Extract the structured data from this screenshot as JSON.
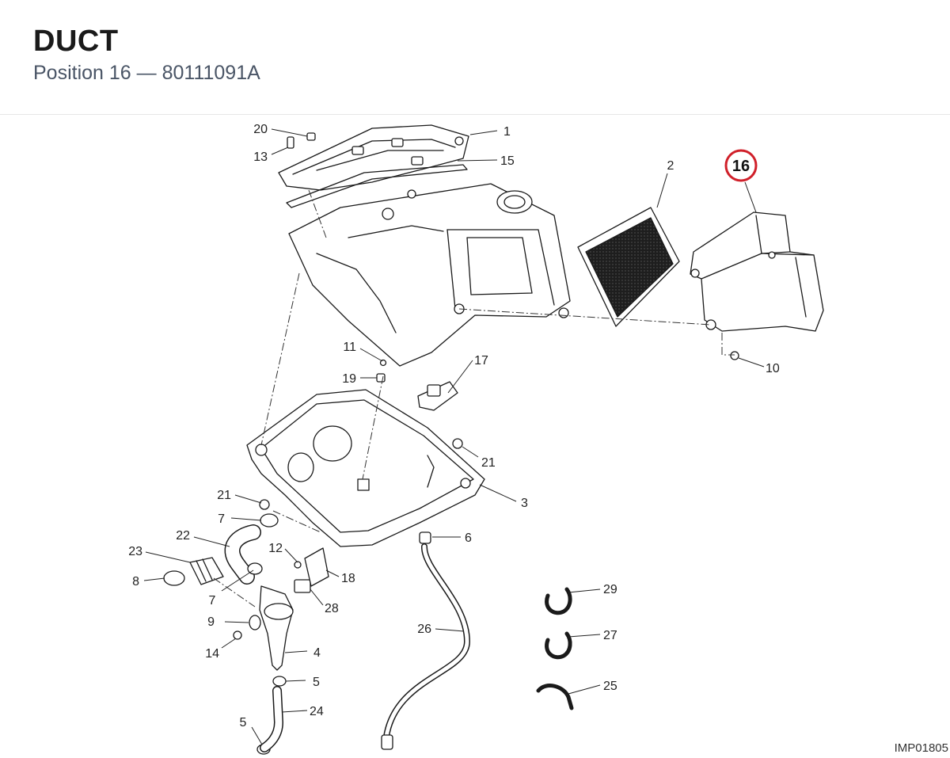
{
  "header": {
    "title": "DUCT",
    "subtitle": "Position 16 — 80111091A"
  },
  "diagram": {
    "highlight": {
      "label": "16",
      "color": "#d0202a"
    },
    "callouts": [
      {
        "id": "c1",
        "label": "1"
      },
      {
        "id": "c2",
        "label": "2"
      },
      {
        "id": "c3",
        "label": "3"
      },
      {
        "id": "c4",
        "label": "4"
      },
      {
        "id": "c5a",
        "label": "5"
      },
      {
        "id": "c5b",
        "label": "5"
      },
      {
        "id": "c6",
        "label": "6"
      },
      {
        "id": "c7a",
        "label": "7"
      },
      {
        "id": "c7b",
        "label": "7"
      },
      {
        "id": "c8",
        "label": "8"
      },
      {
        "id": "c9",
        "label": "9"
      },
      {
        "id": "c10",
        "label": "10"
      },
      {
        "id": "c11",
        "label": "11"
      },
      {
        "id": "c12",
        "label": "12"
      },
      {
        "id": "c13",
        "label": "13"
      },
      {
        "id": "c14",
        "label": "14"
      },
      {
        "id": "c15",
        "label": "15"
      },
      {
        "id": "c17",
        "label": "17"
      },
      {
        "id": "c18",
        "label": "18"
      },
      {
        "id": "c19",
        "label": "19"
      },
      {
        "id": "c20",
        "label": "20"
      },
      {
        "id": "c21a",
        "label": "21"
      },
      {
        "id": "c21b",
        "label": "21"
      },
      {
        "id": "c22",
        "label": "22"
      },
      {
        "id": "c23",
        "label": "23"
      },
      {
        "id": "c24",
        "label": "24"
      },
      {
        "id": "c25",
        "label": "25"
      },
      {
        "id": "c26",
        "label": "26"
      },
      {
        "id": "c27",
        "label": "27"
      },
      {
        "id": "c28",
        "label": "28"
      },
      {
        "id": "c29",
        "label": "29"
      }
    ],
    "image_code": "IMP01805"
  }
}
